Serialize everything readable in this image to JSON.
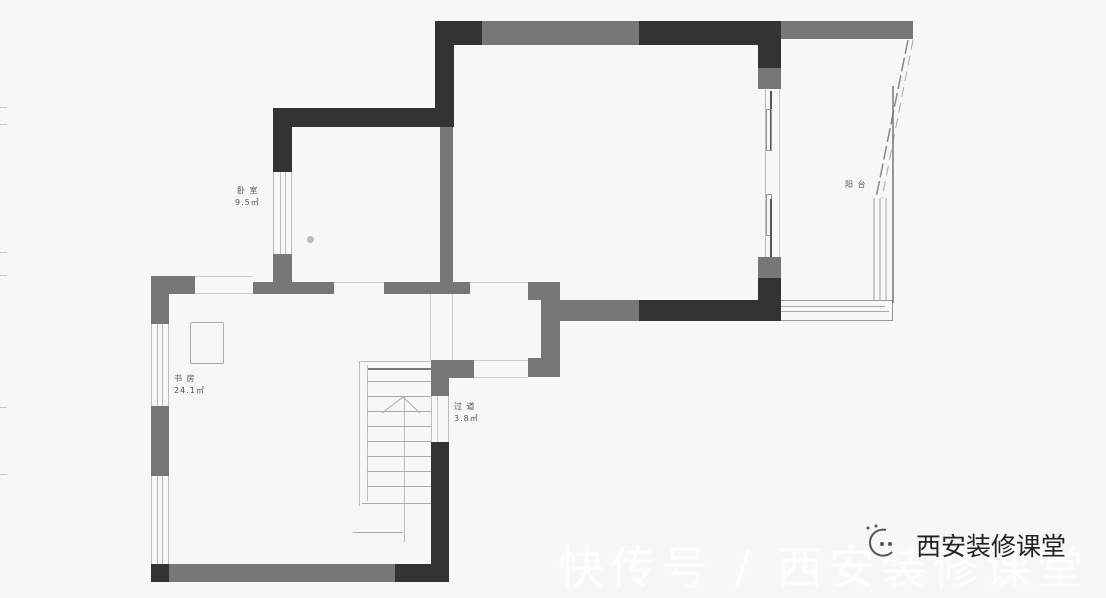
{
  "diagram": {
    "type": "floor-plan",
    "colors": {
      "background": "#f7f7f7",
      "wall_dark": "#333333",
      "wall_mid": "#777777",
      "line": "#aaaaaa"
    },
    "rooms": [
      {
        "id": "small-room",
        "label_line1": "卧 室",
        "label_line2": "9.5㎡"
      },
      {
        "id": "left-room",
        "label_line1": "书 房",
        "label_line2": "24.1㎡"
      },
      {
        "id": "corridor",
        "label_line1": "过 道",
        "label_line2": "3.8㎡"
      },
      {
        "id": "balcony",
        "label_line1": "阳 台",
        "label_line2": ""
      },
      {
        "id": "large-room",
        "label_line1": "",
        "label_line2": ""
      }
    ],
    "stair": {
      "steps": 9,
      "direction": "up"
    }
  },
  "watermark": {
    "text": "快传号 / 西安装修课堂",
    "logo_text": "西安装修课堂"
  }
}
